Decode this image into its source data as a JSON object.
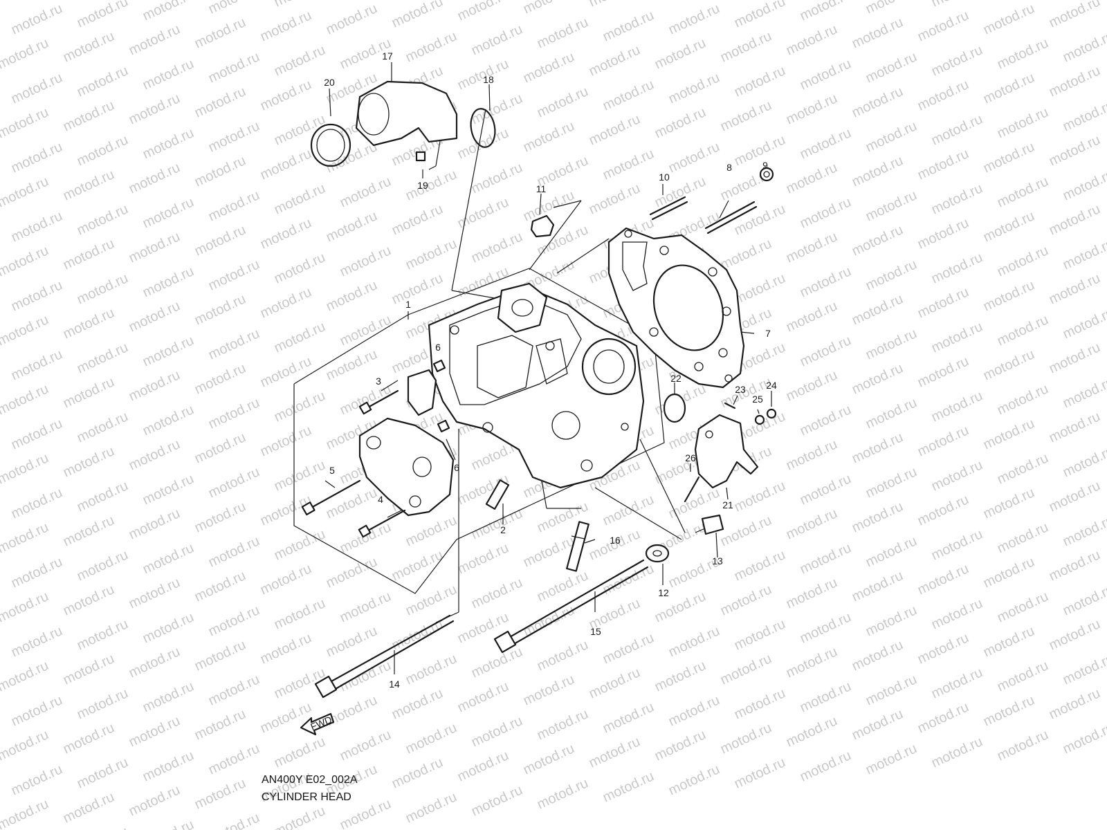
{
  "watermark": "motod.ru",
  "diagram_code": "AN400Y E02_002A",
  "diagram_title": "CYLINDER HEAD",
  "direction_label": "FWD",
  "callouts": [
    "1",
    "2",
    "3",
    "4",
    "5",
    "6",
    "6",
    "7",
    "8",
    "9",
    "10",
    "11",
    "12",
    "13",
    "14",
    "15",
    "16",
    "17",
    "18",
    "19",
    "20",
    "21",
    "22",
    "23",
    "24",
    "25",
    "26"
  ],
  "colors": {
    "line": "#1a1a1a",
    "watermark": "#c9c9c9",
    "background": "#ffffff"
  }
}
